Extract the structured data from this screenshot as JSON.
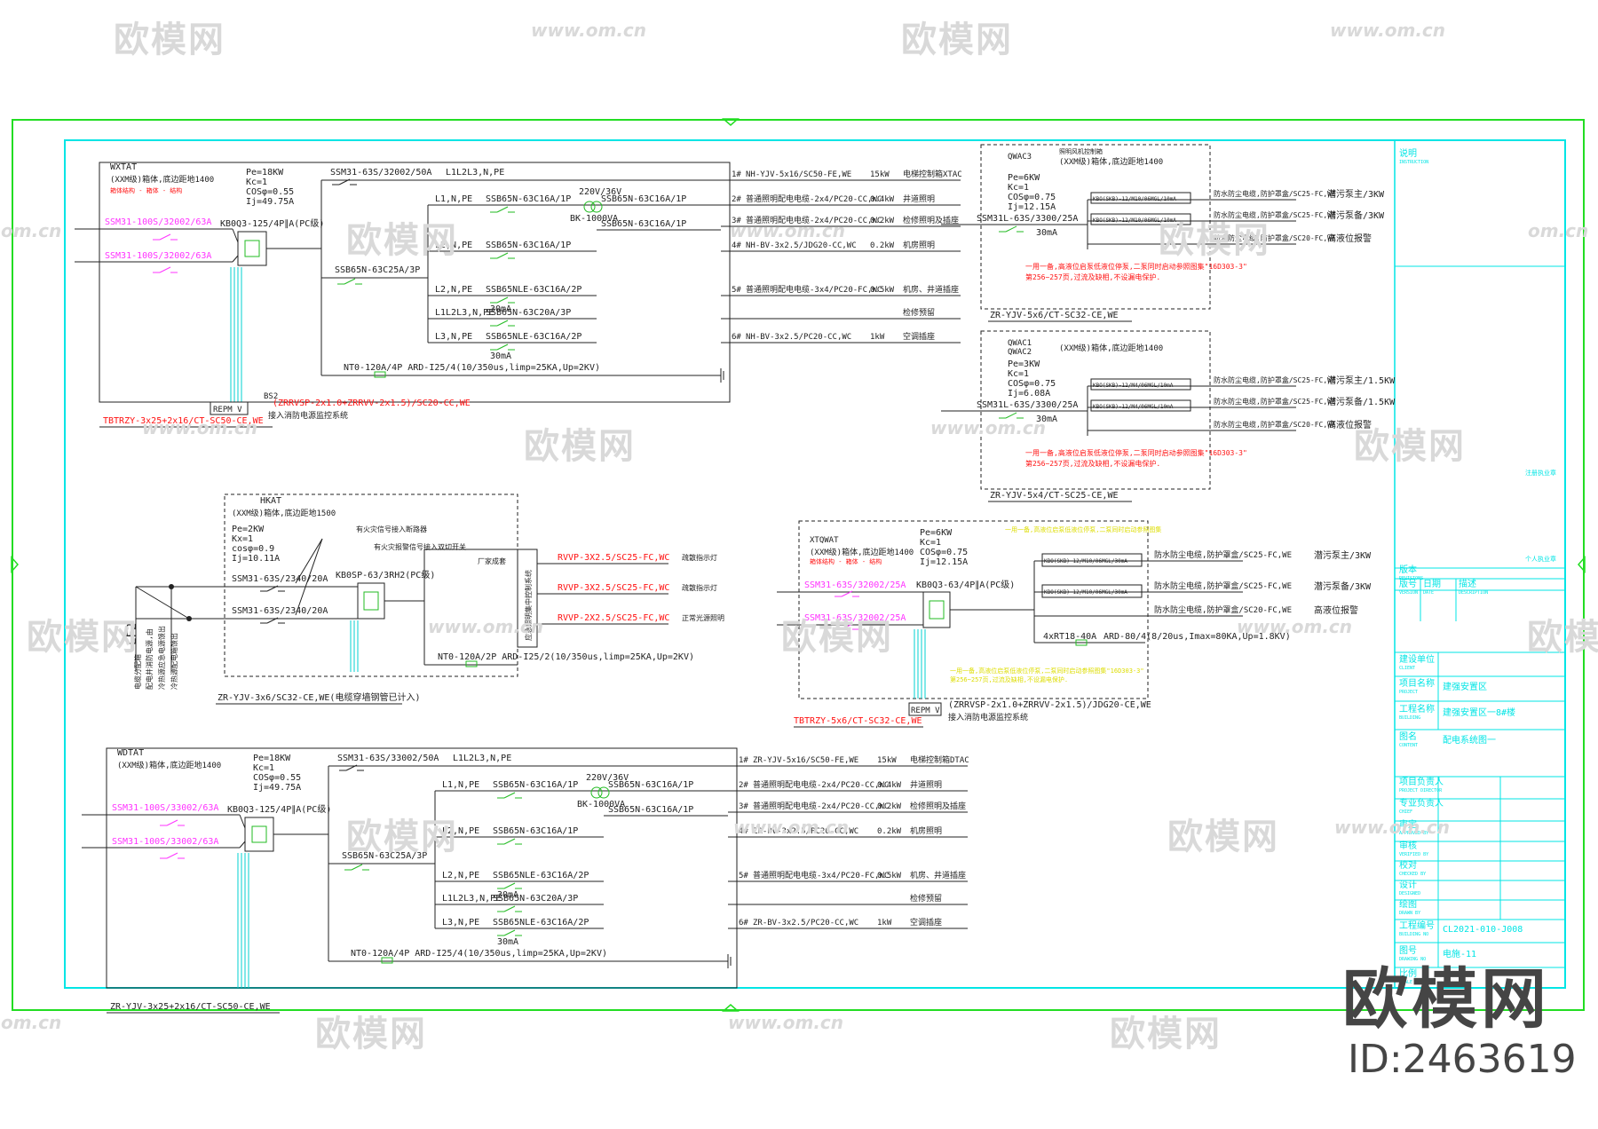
{
  "watermark": {
    "logo": "欧模网",
    "url": "www.om.cn",
    "url_partial": "om.cn"
  },
  "brand": {
    "logo": "欧模网",
    "id": "ID:2463619"
  },
  "colors": {
    "frame_outer": "#22dd22",
    "frame_inner": "#00e5e5",
    "line": "#222222",
    "magenta": "#ff33ff",
    "red": "#ff1111",
    "green": "#22bb22",
    "cyan": "#00d0d0",
    "yellow": "#dddd00"
  },
  "title_block": {
    "rows": [
      {
        "cn": "说明",
        "en": "INSTRUCTION",
        "value": ""
      },
      {
        "cn": "版本",
        "en": "REVISIONS",
        "value": ""
      },
      {
        "cn": "版号",
        "en": "VERSION",
        "value": ""
      },
      {
        "cn": "日期",
        "en": "DATE",
        "value": ""
      },
      {
        "cn": "描述",
        "en": "DESCRIPTION",
        "value": ""
      },
      {
        "cn": "建设单位",
        "en": "CLIENT",
        "value": ""
      },
      {
        "cn": "项目名称",
        "en": "PROJECT",
        "value": "建强安置区"
      },
      {
        "cn": "工程名称",
        "en": "BUILDING",
        "value": "建强安置区一8#楼"
      },
      {
        "cn": "图名",
        "en": "CONTENT",
        "value": "配电系统图一"
      },
      {
        "cn": "项目负责人",
        "en": "PROJECT DIRECTOR",
        "value": ""
      },
      {
        "cn": "专业负责人",
        "en": "CHIEF",
        "value": ""
      },
      {
        "cn": "审定",
        "en": "APPROVED BY",
        "value": ""
      },
      {
        "cn": "审核",
        "en": "VERIFIED BY",
        "value": ""
      },
      {
        "cn": "校对",
        "en": "CHECKED BY",
        "value": ""
      },
      {
        "cn": "设计",
        "en": "DESIGNED",
        "value": ""
      },
      {
        "cn": "绘图",
        "en": "DRAWN BY",
        "value": ""
      },
      {
        "cn": "工程编号",
        "en": "BUILDING NO",
        "value": "CL2021-010-J008"
      },
      {
        "cn": "图号",
        "en": "DRAWING NO",
        "value": "电施-11"
      },
      {
        "cn": "比例",
        "en": "SCALE",
        "value": ""
      }
    ],
    "stamp_note": "注册执业章",
    "personal_stamp": "个人执业章"
  },
  "panels": [
    {
      "id": "WXTAT",
      "name": "WXTAT",
      "subtitle": "(XXM级)箱体,底边距地1400",
      "note": "箱体结构 - 箱体 - 结构",
      "params": [
        "Pe=18KW",
        "Kc=1",
        "COSφ=0.55",
        "Ij=49.75A"
      ],
      "incomers": [
        "SSM31-100S/32002/63A",
        "SSM31-100S/32002/63A"
      ],
      "ats": "KB0Q3-125/4P∥A(PC级)",
      "main_breaker": "SSM31-63S/32002/50A",
      "main_phase": "L1L2L3,N,PE",
      "branch_breaker": "SSB65N-63C25A/3P",
      "transformer": "220V/36V",
      "transformer_model": "BK-1000VA",
      "surge": "NT0-120A/4P  ARD-I25/4(10/350us,limp=25KA,Up=2KV)",
      "circuits": [
        {
          "phase": "L1,N,PE",
          "breaker": "SSB65N-63C16A/1P",
          "breaker2": "SSB65N-63C16A/1P",
          "no": "2#",
          "cable": "普通照明配电电缆-2x4/PC20-CC,WC",
          "kw": "0.4kW",
          "use": "井道照明"
        },
        {
          "phase": "",
          "breaker": "",
          "breaker2": "SSB65N-63C16A/1P",
          "no": "3#",
          "cable": "普通照明配电电缆-2x4/PC20-CC,WC",
          "kw": "0.2kW",
          "use": "检修照明及插座"
        },
        {
          "phase": "L2,N,PE",
          "breaker": "SSB65N-63C16A/1P",
          "breaker2": "",
          "no": "4#",
          "cable": "NH-BV-3x2.5/JDG20-CC,WC",
          "kw": "0.2kW",
          "use": "机房照明"
        },
        {
          "phase": "L2,N,PE",
          "breaker": "SSB65NLE-63C16A/2P",
          "rcd": "30mA",
          "no": "5#",
          "cable": "普通照明配电电缆-3x4/PC20-FC,WC",
          "kw": "0.5kW",
          "use": "机房、井道插座"
        },
        {
          "phase": "L1L2L3,N,PE",
          "breaker": "SSB65N-63C20A/3P",
          "no": "",
          "cable": "",
          "kw": "",
          "use": "检修预留"
        },
        {
          "phase": "L3,N,PE",
          "breaker": "SSB65NLE-63C16A/2P",
          "rcd": "30mA",
          "no": "6#",
          "cable": "NH-BV-3x2.5/PC20-CC,WC",
          "kw": "1kW",
          "use": "空调插座"
        }
      ],
      "feeder_main": {
        "no": "1#",
        "cable": "NH-YJV-5x16/SC50-FE,WE",
        "kw": "15kW",
        "use": "电梯控制箱XTAC"
      },
      "box_label": "REPM V",
      "fire_cable": "(ZRRVSP-2x1.0+ZRRVV-2x1.5)/SC20-CC,WE",
      "fire_note": "接入消防电源监控系统",
      "bus_label": "BS2",
      "incoming_cable": "TBTRZY-3x25+2x16/CT-SC50-CE,WE"
    },
    {
      "id": "QWAC3",
      "name": "QWAC3",
      "title_note": "照明风机控制箱",
      "subtitle": "(XXM级)箱体,底边距地1400",
      "params": [
        "Pe=6KW",
        "Kc=1",
        "COSφ=0.75",
        "Ij=12.15A"
      ],
      "breaker": "SSM31L-63S/3300/25A",
      "rcd": "30mA",
      "circuits": [
        {
          "device": "KBO(SKB)-12/M10/06MGL/10mA",
          "cable": "防水防尘电缆,防护罩盒/SC25-FC,WE",
          "load": "潜污泵主/3KW"
        },
        {
          "device": "KBO(SKB)-12/M10/06MGL/10mA",
          "cable": "防水防尘电缆,防护罩盒/SC25-FC,WE",
          "load": "潜污泵备/3KW"
        },
        {
          "device": "",
          "cable": "防水防尘电缆,防护罩盒/SC20-FC,WE",
          "load": "高液位报警"
        }
      ],
      "red_note_1": "一用一备,高液位启泵低液位停泵,二泵同时启动参照图集\"16D303-3\"",
      "red_note_2": "第256~257页,过流及缺相,不设漏电保护.",
      "cable_out": "ZR-YJV-5x6/CT-SC32-CE,WE"
    },
    {
      "id": "QWAC1",
      "name": "QWAC1",
      "name2": "QWAC2",
      "subtitle": "(XXM级)箱体,底边距地1400",
      "params": [
        "Pe=3KW",
        "Kc=1",
        "COSφ=0.75",
        "Ij=6.08A"
      ],
      "breaker": "SSM31L-63S/3300/25A",
      "rcd": "30mA",
      "circuits": [
        {
          "device": "KBO(SKB)-12/M4/06MGL/10mA",
          "cable": "防水防尘电缆,防护罩盒/SC25-FC,WE",
          "load": "潜污泵主/1.5KW"
        },
        {
          "device": "KBO(SKB)-12/M4/06MGL/10mA",
          "cable": "防水防尘电缆,防护罩盒/SC25-FC,WE",
          "load": "潜污泵备/1.5KW"
        },
        {
          "device": "",
          "cable": "防水防尘电缆,防护罩盒/SC20-FC,WE",
          "load": "高液位报警"
        }
      ],
      "red_note_1": "一用一备,高液位启泵低液位停泵,二泵同时启动参照图集\"16D303-3\"",
      "red_note_2": "第256~257页,过流及缺相,不设漏电保护.",
      "cable_out": "ZR-YJV-5x4/CT-SC25-CE,WE"
    },
    {
      "id": "HKAT",
      "name": "HKAT",
      "subtitle": "(XXM级)箱体,底边距地1500",
      "params": [
        "Pe=2KW",
        "Kx=1",
        "cosφ=0.9",
        "Ij=10.11A"
      ],
      "fire_note": "有火灾信号接入断路器",
      "aux_note": "有火灾报警信号接入双切开关",
      "incomers": [
        "SSM31-63S/2340/20A",
        "SSM31-63S/2340/20A"
      ],
      "ats": "KB0SP-63/3RH2(PC级)",
      "vendor": "厂家成套",
      "module": "应急照明集中控制系统",
      "surge": "NT0-120A/2P  ARD-I25/2(10/350us,limp=25KA,Up=2KV)",
      "circuits": [
        {
          "cable": "RVVP-3X2.5/SC25-FC,WC",
          "use": "疏散指示灯"
        },
        {
          "cable": "RVVP-3X2.5/SC25-FC,WC",
          "use": "疏散指示灯"
        },
        {
          "cable": "RVVP-2X2.5/SC25-FC,WC",
          "use": "正常光源照明"
        }
      ],
      "side_label": "LF2",
      "side_note_1": "电缆分配箱",
      "side_note_2": "配电井消防电源,由",
      "side_note_3": "冷热源应急电源馈出",
      "side_note_4": "冷热源配电箱馈出",
      "cable_out": "ZR-YJV-3x6/SC32-CE,WE(电缆穿墙钢管已计入)"
    },
    {
      "id": "XTQWAT",
      "name": "XTQWAT",
      "subtitle": "(XXM级)箱体,底边距地1400",
      "note": "箱体结构 - 箱体 - 结构",
      "params": [
        "Pe=6KW",
        "Kc=1",
        "COSφ=0.75",
        "Ij=12.15A"
      ],
      "yellow_note": "一用一备,高液位启泵低液位停泵,二泵同时启动参照图集",
      "incomers": [
        "SSM31-63S/32002/25A",
        "SSM31-63S/32002/25A"
      ],
      "ats": "KB0Q3-63/4P∥A(PC级)",
      "circuits": [
        {
          "device": "KBO(SKB)-12/M10/06MGL/30mA",
          "cable": "防水防尘电缆,防护罩盒/SC25-FC,WE",
          "load": "潜污泵主/3KW"
        },
        {
          "device": "KBO(SKB)-12/M10/06MGL/30mA",
          "cable": "防水防尘电缆,防护罩盒/SC25-FC,WE",
          "load": "潜污泵备/3KW"
        },
        {
          "device": "",
          "cable": "防水防尘电缆,防护罩盒/SC20-FC,WE",
          "load": "高液位报警"
        }
      ],
      "surge_breaker": "4xRT18-40A",
      "surge": "ARD-80/4(8/20us,Imax=80KA,Up=1.8KV)",
      "yellow_note_2": "一用一备,高液位启泵低液位停泵,二泵同时启动参照图集\"16D303-3\"",
      "yellow_note_3": "第256~257页,过流及缺相,不设漏电保护.",
      "box_label": "REPM V",
      "fire_cable": "(ZRRVSP-2x1.0+ZRRVV-2x1.5)/JDG20-CE,WE",
      "fire_note": "接入消防电源监控系统",
      "incoming_cable": "TBTRZY-5x6/CT-SC32-CE,WE"
    },
    {
      "id": "WDTAT",
      "name": "WDTAT",
      "subtitle": "(XXM级)箱体,底边距地1400",
      "params": [
        "Pe=18KW",
        "Kc=1",
        "COSφ=0.55",
        "Ij=49.75A"
      ],
      "incomers": [
        "SSM31-100S/33002/63A",
        "SSM31-100S/33002/63A"
      ],
      "ats": "KB0Q3-125/4P∥A(PC级)",
      "main_breaker": "SSM31-63S/33002/50A",
      "main_phase": "L1L2L3,N,PE",
      "branch_breaker": "SSB65N-63C25A/3P",
      "transformer": "220V/36V",
      "transformer_model": "BK-1000VA",
      "surge": "NT0-120A/4P  ARD-I25/4(10/350us,limp=25KA,Up=2KV)",
      "circuits": [
        {
          "phase": "L1,N,PE",
          "breaker": "SSB65N-63C16A/1P",
          "breaker2": "SSB65N-63C16A/1P",
          "no": "2#",
          "cable": "普通照明配电电缆-2x4/PC20-CC,WC",
          "kw": "0.4kW",
          "use": "井道照明"
        },
        {
          "phase": "",
          "breaker": "",
          "breaker2": "SSB65N-63C16A/1P",
          "no": "3#",
          "cable": "普通照明配电电缆-2x4/PC20-CC,WC",
          "kw": "0.2kW",
          "use": "检修照明及插座"
        },
        {
          "phase": "L2,N,PE",
          "breaker": "SSB65N-63C16A/1P",
          "breaker2": "",
          "no": "4#",
          "cable": "ZR-BV-3x2.5/PC20-CC,WC",
          "kw": "0.2kW",
          "use": "机房照明"
        },
        {
          "phase": "L2,N,PE",
          "breaker": "SSB65NLE-63C16A/2P",
          "rcd": "30mA",
          "no": "5#",
          "cable": "普通照明配电电缆-3x4/PC20-FC,WC",
          "kw": "0.5kW",
          "use": "机房、井道插座"
        },
        {
          "phase": "L1L2L3,N,PE",
          "breaker": "SSB65N-63C20A/3P",
          "no": "",
          "cable": "",
          "kw": "",
          "use": "检修预留"
        },
        {
          "phase": "L3,N,PE",
          "breaker": "SSB65NLE-63C16A/2P",
          "rcd": "30mA",
          "no": "6#",
          "cable": "ZR-BV-3x2.5/PC20-CC,WC",
          "kw": "1kW",
          "use": "空调插座"
        }
      ],
      "feeder_main": {
        "no": "1#",
        "cable": "ZR-YJV-5x16/SC50-FE,WE",
        "kw": "15kW",
        "use": "电梯控制箱DTAC"
      },
      "incoming_cable": "ZR-YJV-3x25+2x16/CT-SC50-CE,WE"
    }
  ]
}
